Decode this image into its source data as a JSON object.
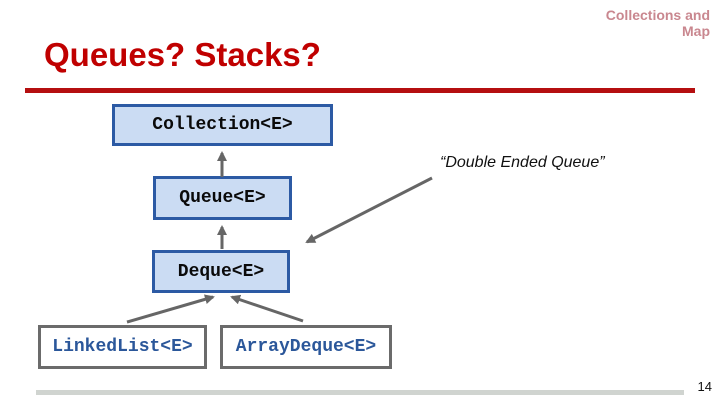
{
  "slide": {
    "title": "Queues? Stacks?",
    "header_right": "Collections and Map",
    "page_number": "14"
  },
  "annotation": {
    "text": "“Double Ended Queue”"
  },
  "diagram": {
    "nodes": [
      {
        "id": "collection",
        "label": "Collection<E>",
        "kind": "interface"
      },
      {
        "id": "queue",
        "label": "Queue<E>",
        "kind": "interface"
      },
      {
        "id": "deque",
        "label": "Deque<E>",
        "kind": "interface"
      },
      {
        "id": "linkedlist",
        "label": "LinkedList<E>",
        "kind": "class"
      },
      {
        "id": "arraydeque",
        "label": "ArrayDeque<E>",
        "kind": "class"
      }
    ],
    "edges": [
      {
        "from": "Queue<E>",
        "to": "Collection<E>",
        "type": "extends"
      },
      {
        "from": "Deque<E>",
        "to": "Queue<E>",
        "type": "extends"
      },
      {
        "from": "LinkedList<E>",
        "to": "Deque<E>",
        "type": "implements"
      },
      {
        "from": "ArrayDeque<E>",
        "to": "Deque<E>",
        "type": "implements"
      },
      {
        "from": "annotation",
        "to": "Deque<E>",
        "type": "callout"
      }
    ]
  },
  "colors": {
    "title_red": "#c00000",
    "rule_red": "#b50f10",
    "header_pink": "#c9878f",
    "interface_fill": "#cbdcf3",
    "interface_border": "#2c5aa4",
    "class_border": "#6b6b6b",
    "class_text": "#2b579a",
    "arrow_gray": "#666666",
    "footer_bar_gray": "#d0d4d0"
  }
}
